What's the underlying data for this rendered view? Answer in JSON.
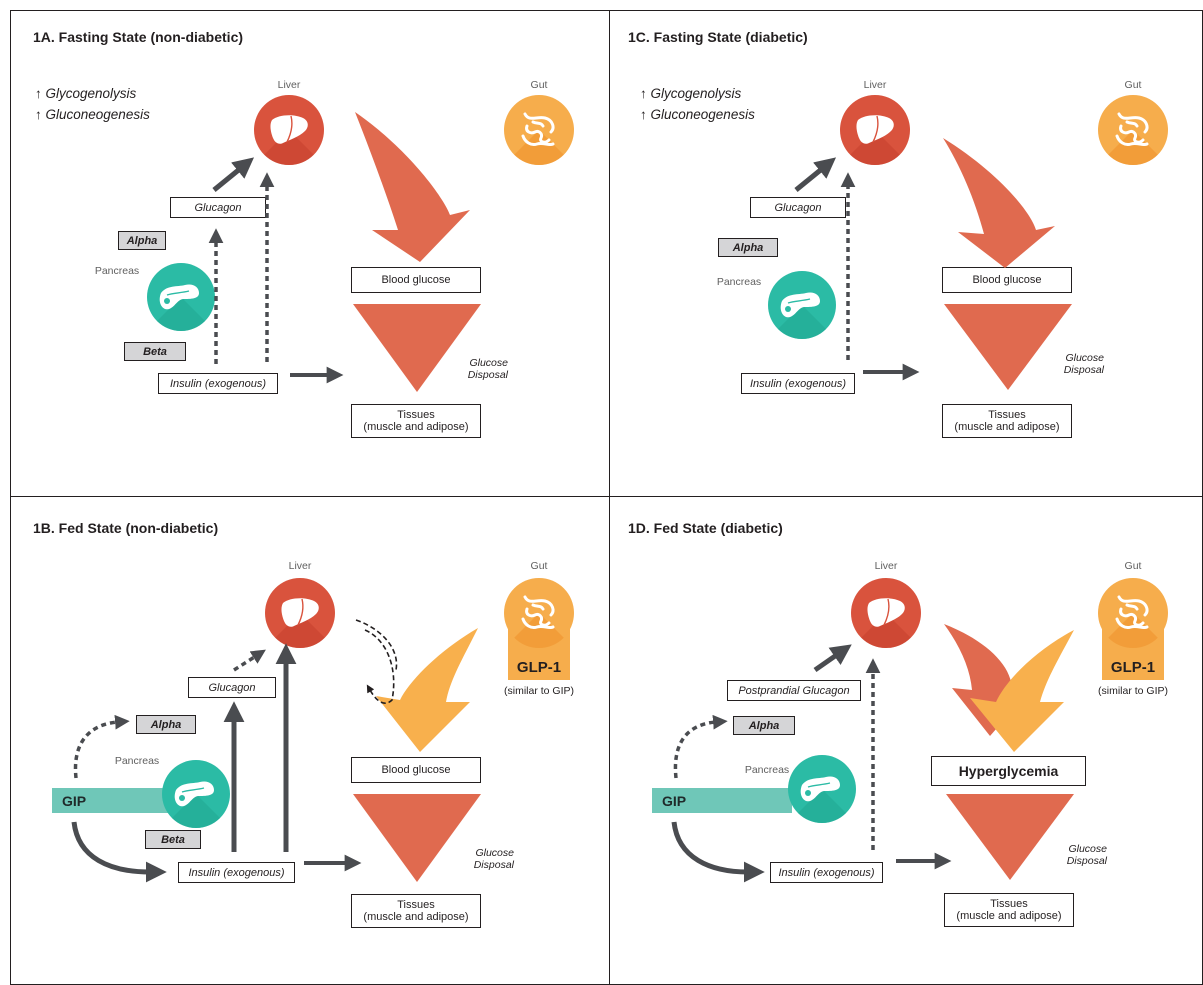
{
  "panels": {
    "a": {
      "title": "1A. Fasting State (non-diabetic)",
      "effects": [
        "↑ Glycogenolysis",
        "↑ Gluconeogenesis"
      ],
      "liver_label": "Liver",
      "gut_label": "Gut",
      "pancreas_label": "Pancreas",
      "glucagon_label": "Glucagon",
      "alpha_label": "Alpha",
      "beta_label": "Beta",
      "insulin_label": "Insulin (exogenous)",
      "blood_glucose_label": "Blood glucose",
      "disposal_label": [
        "Glucose",
        "Disposal"
      ],
      "tissues_label": [
        "Tissues",
        "(muscle and adipose)"
      ]
    },
    "c": {
      "title": "1C. Fasting State (diabetic)",
      "effects": [
        "↑ Glycogenolysis",
        "↑ Gluconeogenesis"
      ],
      "liver_label": "Liver",
      "gut_label": "Gut",
      "pancreas_label": "Pancreas",
      "glucagon_label": "Glucagon",
      "alpha_label": "Alpha",
      "insulin_label": "Insulin (exogenous)",
      "blood_glucose_label": "Blood glucose",
      "disposal_label": [
        "Glucose",
        "Disposal"
      ],
      "tissues_label": [
        "Tissues",
        "(muscle and adipose)"
      ]
    },
    "b": {
      "title": "1B. Fed State (non-diabetic)",
      "liver_label": "Liver",
      "gut_label": "Gut",
      "pancreas_label": "Pancreas",
      "glucagon_label": "Glucagon",
      "alpha_label": "Alpha",
      "beta_label": "Beta",
      "gip_label": "GIP",
      "glp1_label": "GLP-1",
      "glp1_note": "(similar to GIP)",
      "insulin_label": "Insulin (exogenous)",
      "blood_glucose_label": "Blood glucose",
      "disposal_label": [
        "Glucose",
        "Disposal"
      ],
      "tissues_label": [
        "Tissues",
        "(muscle and adipose)"
      ]
    },
    "d": {
      "title": "1D. Fed State (diabetic)",
      "liver_label": "Liver",
      "gut_label": "Gut",
      "pancreas_label": "Pancreas",
      "glucagon_label": "Postprandial Glucagon",
      "alpha_label": "Alpha",
      "gip_label": "GIP",
      "glp1_label": "GLP-1",
      "glp1_note": "(similar to GIP)",
      "insulin_label": "Insulin (exogenous)",
      "hyperglycemia_label": "Hyperglycemia",
      "disposal_label": [
        "Glucose",
        "Disposal"
      ],
      "tissues_label": [
        "Tissues",
        "(muscle and adipose)"
      ]
    }
  },
  "colors": {
    "liver": "#d9533d",
    "gut": "#f39a2d",
    "pancreas": "#2bbba5",
    "arrow_red": "#e06a4f",
    "arrow_orange": "#f8b04d",
    "arrow_gray": "#4a4c50",
    "gip_bar": "#6fc7b8",
    "glp1_bar": "#f6ad4c",
    "cell_box": "#d5d5d7"
  },
  "icons": [
    "liver-icon",
    "gut-icon",
    "pancreas-icon"
  ]
}
